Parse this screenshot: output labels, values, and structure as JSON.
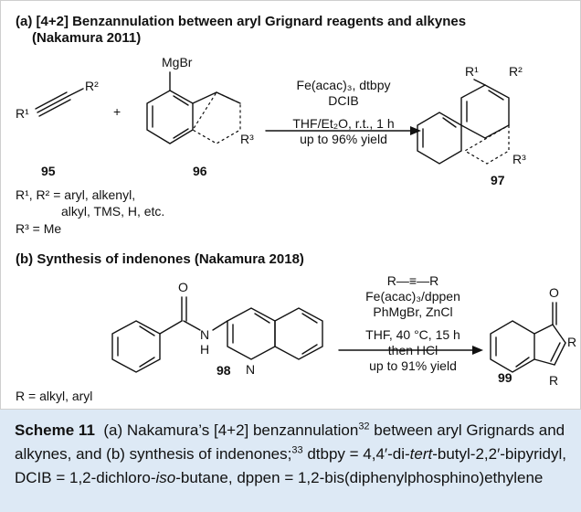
{
  "scheme_a": {
    "title_line1": "(a) [4+2] Benzannulation between aryl Grignard reagents and alkynes",
    "title_line2": "(Nakamura 2011)",
    "conditions": [
      "Fe(acac)₃, dtbpy",
      "DCIB",
      "THF/Et₂O, r.t., 1 h",
      "up to 96% yield"
    ],
    "compound_labels": [
      "95",
      "96",
      "97"
    ],
    "substituents": {
      "r1": "R¹",
      "r2": "R²",
      "r3": "R³",
      "mgbr": "MgBr",
      "plus": "+"
    },
    "notes": [
      "R¹, R² = aryl, alkenyl,",
      "alkyl, TMS, H, etc.",
      "R³ = Me"
    ]
  },
  "scheme_b": {
    "title": "(b) Synthesis of indenones (Nakamura 2018)",
    "reagent": "R—≡—R",
    "conditions": [
      "Fe(acac)₃/dppen",
      "PhMgBr, ZnCl",
      "THF, 40 °C, 15 h",
      "then HCl",
      "up to 91% yield"
    ],
    "compound_labels": [
      "98",
      "99"
    ],
    "atoms": {
      "o": "O",
      "n": "N",
      "h": "H",
      "r": "R"
    },
    "note": "R = alkyl, aryl"
  },
  "caption": {
    "label": "Scheme 11",
    "segments": [
      "(a) Nakamura’s [4+2] benzannulation",
      "32",
      " between aryl Grignards and alkynes, and (b) synthesis of indenones;",
      "33",
      " dtbpy = 4,4′-di-",
      "tert",
      "-butyl-2,2′-bipyridyl, DCIB = 1,2-dichloro-",
      "iso",
      "-butane, dppen = 1,2-bis(diphenylphosphino)ethylene"
    ]
  },
  "colors": {
    "caption_bg": "#dde9f5",
    "ink": "#111111",
    "border": "#cfcfcf"
  }
}
